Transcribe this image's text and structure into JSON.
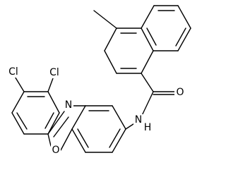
{
  "molecule": {
    "labels": {
      "cl_top": "Cl",
      "cl_right": "Cl",
      "n_oxazole": "N",
      "o_oxazole": "O",
      "n_amide": "N",
      "h_amide": "H",
      "o_carbonyl": "O"
    },
    "colors": {
      "bond": "#000000",
      "text": "#000000",
      "background": "#ffffff"
    }
  }
}
